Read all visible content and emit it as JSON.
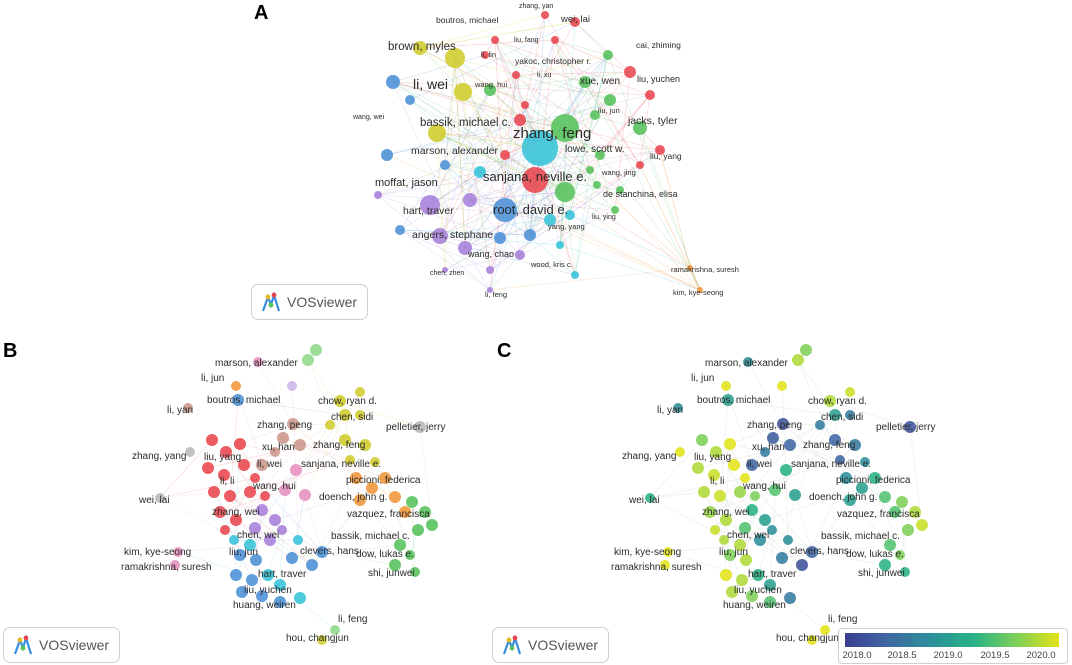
{
  "panels": {
    "A": {
      "letter": "A",
      "labels": [
        "zhang, yan",
        "wei, lai",
        "boutros, michael",
        "liu, fang",
        "cai, zhiming",
        "li, lin",
        "yakoc, christopher r.",
        "li, xu",
        "liu, yuchen",
        "brown, myles",
        "wang, hui",
        "xue, wen",
        "li, wei",
        "liu, jun",
        "wang, wei",
        "bassik, michael c.",
        "jacks, tyler",
        "zhang, feng",
        "lowe, scott w.",
        "marson, alexander",
        "liu, yang",
        "wang, jing",
        "moffat, jason",
        "sanjana, neville e.",
        "de stanchina, elisa",
        "root, david e.",
        "hart, traver",
        "liu, ying",
        "yang, yang",
        "angers, stephane",
        "wang, chao",
        "wood, kris c.",
        "chen, zhen",
        "ramakrishna, suresh",
        "li, feng",
        "kim, kye-seong"
      ]
    },
    "B": {
      "letter": "B",
      "labels": [
        "marson, alexander",
        "li, jun",
        "boutros, michael",
        "chow, ryan d.",
        "li, yan",
        "chen, sidi",
        "pelletier, jerry",
        "zhang, peng",
        "xu, han",
        "zhang, feng",
        "zhang, yang",
        "liu, yang",
        "li, wei",
        "sanjana, neville e.",
        "li, li",
        "wang, hui",
        "piccioni, federica",
        "doench, john g.",
        "wei, lai",
        "vazquez, francisca",
        "zhang, wei",
        "chen, wei",
        "bassik, michael c.",
        "kim, kye-seong",
        "liu, jun",
        "clevers, hans",
        "dow, lukas e.",
        "ramakrishna, suresh",
        "hart, traver",
        "shi, junwei",
        "liu, yuchen",
        "huang, weiren",
        "li, feng",
        "hou, changjun"
      ]
    },
    "C": {
      "letter": "C",
      "colorbar_ticks": [
        "2018.0",
        "2018.5",
        "2019.0",
        "2019.5",
        "2020.0"
      ]
    }
  },
  "vosviewer_label": "VOSviewer",
  "icons": {
    "logo": "vosviewer-logo-icon"
  },
  "colors": {
    "red": "#e8454f",
    "green": "#55c25a",
    "blue": "#4c8fd6",
    "yellow": "#cfcc2b",
    "purple": "#a77fd9",
    "cyan": "#35c3d8",
    "orange": "#f0963a",
    "brown": "#c9958a",
    "pink": "#e58fbf",
    "grey": "#b8b8b8",
    "lightgreen": "#8fd88a",
    "lightpurple": "#c9b6ea"
  }
}
